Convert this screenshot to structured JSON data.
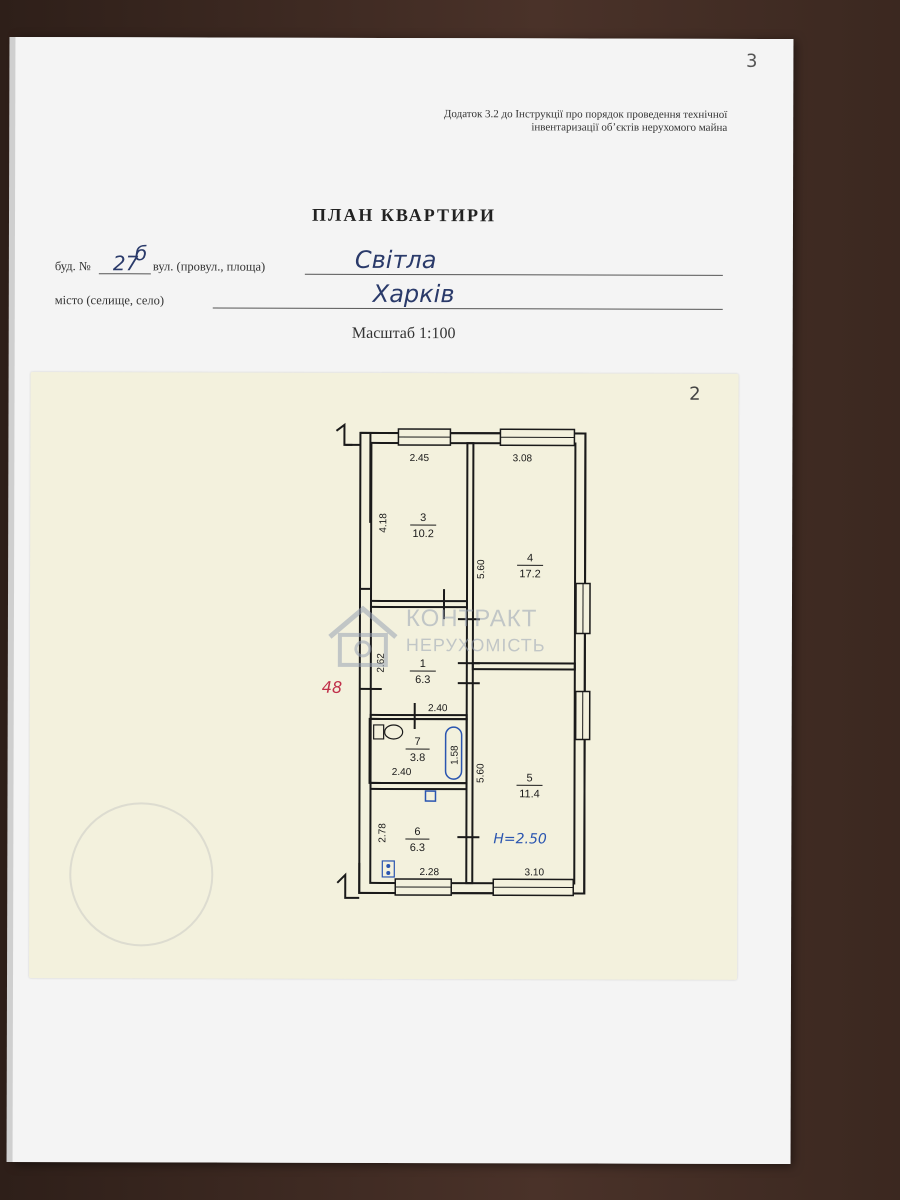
{
  "page_number": "3",
  "annex": {
    "line1": "Додаток 3.2 до Інструкції про порядок проведення технічної",
    "line2": "інвентаризації об’єктів нерухомого майна"
  },
  "title": "ПЛАН КВАРТИРИ",
  "building": {
    "label_no": "буд. №",
    "number": "27",
    "number_suffix": "б",
    "label_street": "вул. (провул., площа)",
    "street": "Світла"
  },
  "city": {
    "label": "місто (селище, село)",
    "value": "Харків"
  },
  "scale": "Масштаб 1:100",
  "plan": {
    "sheet_number": "2",
    "apartment_marker": "48",
    "height_note": "H=2.50",
    "rooms": [
      {
        "id": "3",
        "area": "10.2"
      },
      {
        "id": "4",
        "area": "17.2"
      },
      {
        "id": "1",
        "area": "6.3"
      },
      {
        "id": "7",
        "area": "3.8"
      },
      {
        "id": "5",
        "area": "11.4"
      },
      {
        "id": "6",
        "area": "6.3"
      }
    ],
    "dimensions": {
      "d245": "2.45",
      "d308": "3.08",
      "d418": "4.18",
      "d560a": "5.60",
      "d262": "2.62",
      "d240a": "2.40",
      "d240b": "2.40",
      "d158": "1.58",
      "d560b": "5.60",
      "d278": "2.78",
      "d228": "2.28",
      "d310": "3.10"
    }
  },
  "watermark": {
    "line1": "КОНТРАКТ",
    "line2": "НЕРУХОМІСТЬ"
  }
}
